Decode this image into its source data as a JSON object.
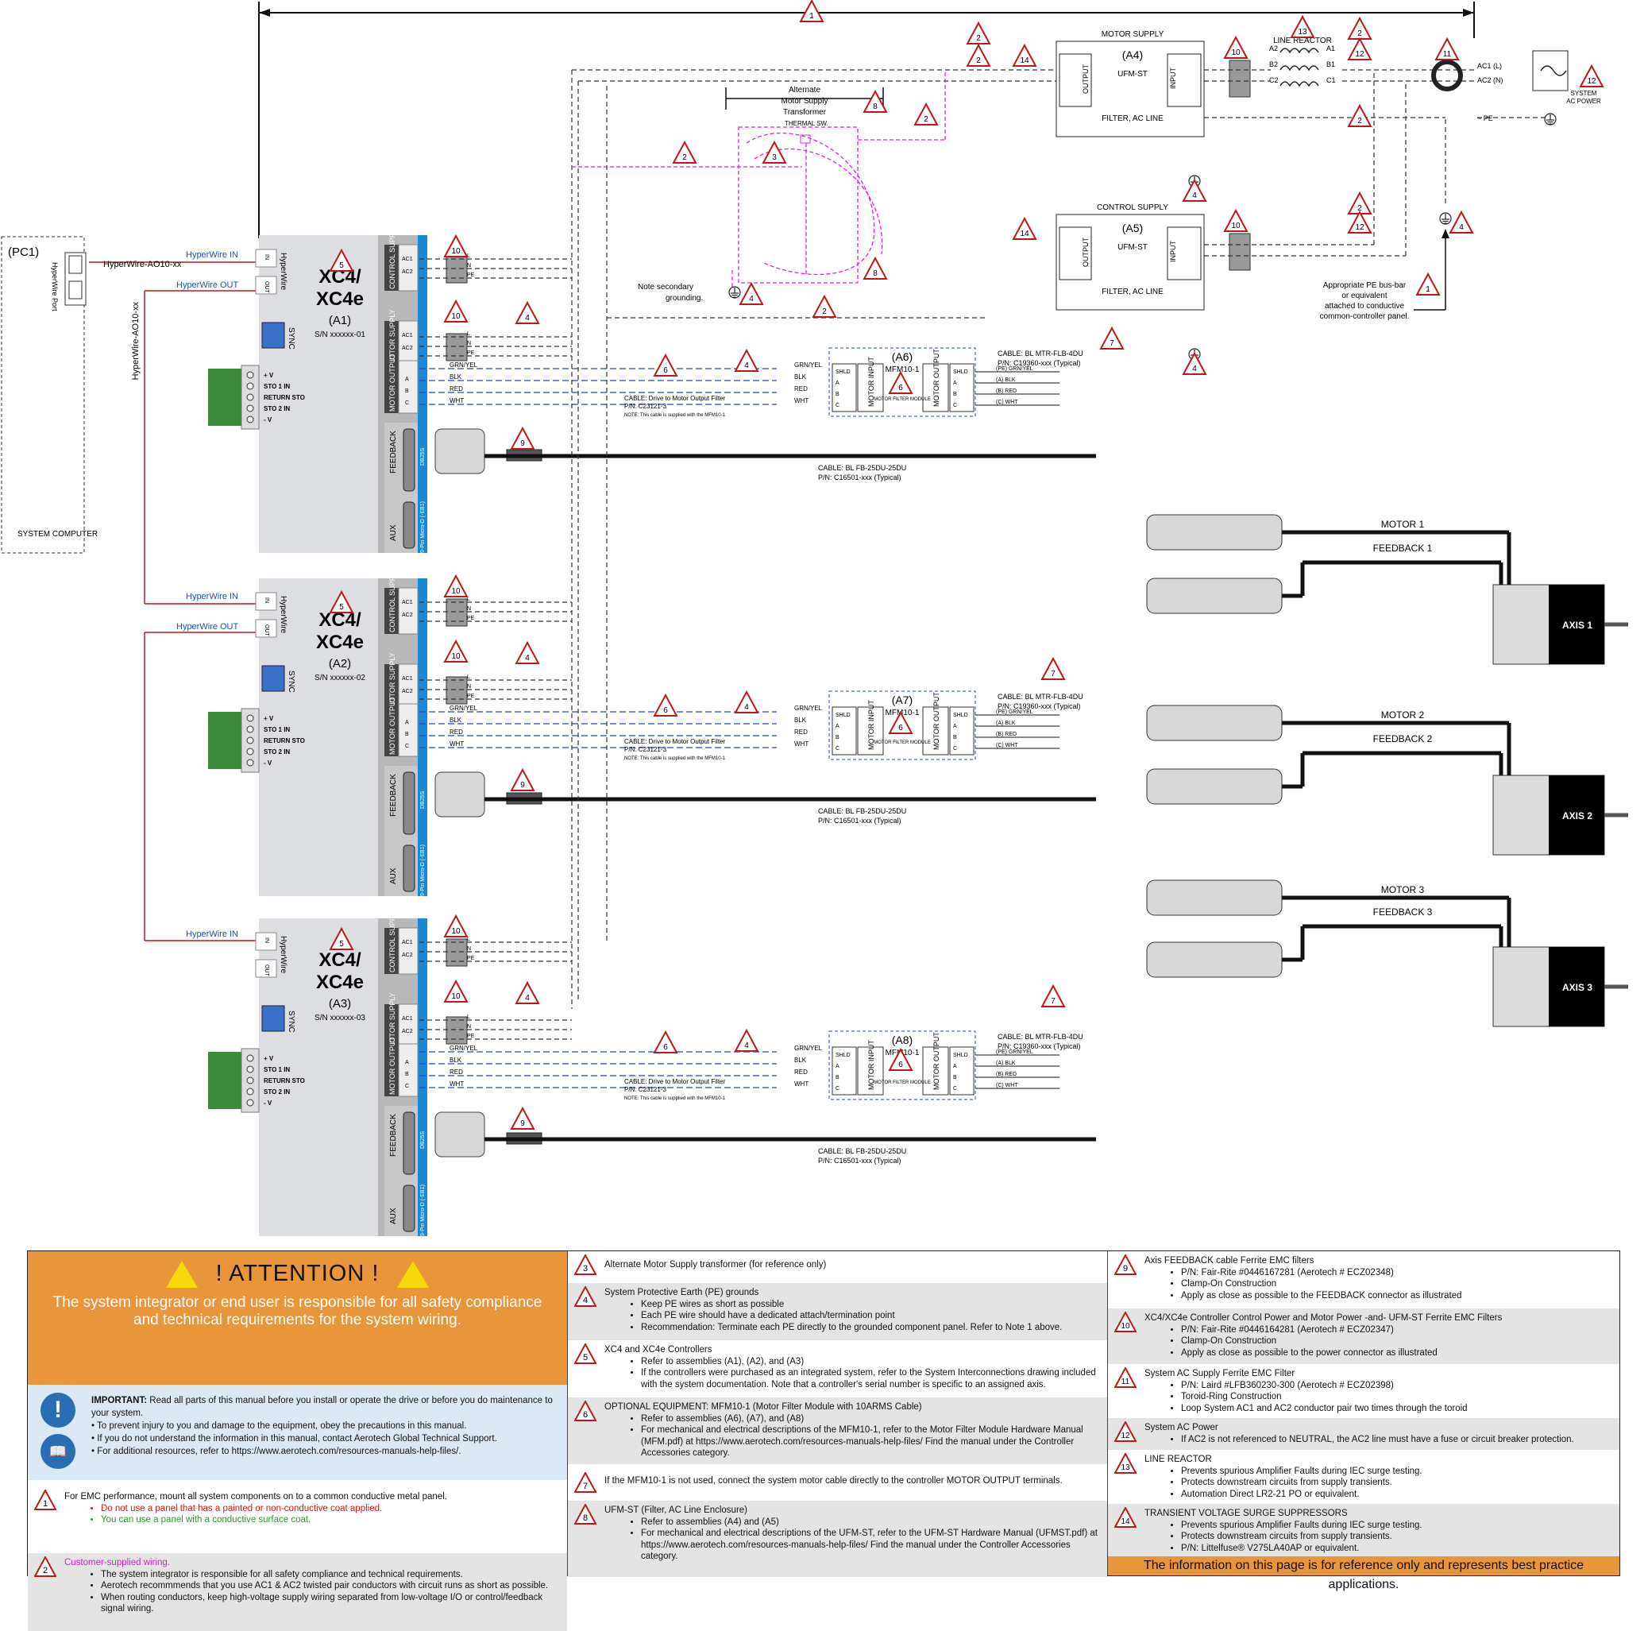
{
  "pc": {
    "label": "(PC1)",
    "port": "HyperWire Port",
    "computer": "SYSTEM COMPUTER",
    "cable_top": "HyperWire-AO10-xx",
    "cable_side": "HyperWire-AO10-xx"
  },
  "hyperwire_in": "HyperWire IN",
  "hyperwire_out": "HyperWire OUT",
  "controllers": [
    {
      "name": "XC4/",
      "name2": "XC4e",
      "id": "(A1)",
      "sn": "S/N xxxxxx-01"
    },
    {
      "name": "XC4/",
      "name2": "XC4e",
      "id": "(A2)",
      "sn": "S/N xxxxxx-02"
    },
    {
      "name": "XC4/",
      "name2": "XC4e",
      "id": "(A3)",
      "sn": "S/N xxxxxx-03"
    }
  ],
  "controller_labels": {
    "control_supply": "CONTROL SUPPLY",
    "motor_supply": "MOTOR SUPPLY",
    "motor_output": "MOTOR OUTPUT",
    "feedback": "FEEDBACK",
    "aux": "AUX",
    "sync": "SYNC",
    "hyperwire": "HyperWire",
    "in": "IN",
    "out": "OUT",
    "db25": "DB25S",
    "mini": "9-Pin Micro-D (-EB1)",
    "ac1": "AC1",
    "ac2": "AC2",
    "a": "A",
    "b": "B",
    "c": "C",
    "sto": [
      "+ V",
      "STO 1 IN",
      "RETURN STO",
      "STO 2 IN",
      "- V"
    ],
    "lnpe": [
      "L",
      "N",
      "PE"
    ]
  },
  "motor_wires": [
    "GRN/YEL",
    "BLK",
    "RED",
    "WHT"
  ],
  "filter_module": {
    "ids": [
      "(A6)",
      "(A7)",
      "(A8)"
    ],
    "model": "MFM10-1",
    "input": "MOTOR INPUT",
    "output": "MOTOR OUTPUT",
    "caption": "MOTOR FILTER MODULE",
    "pins_in": [
      "SHLD",
      "A",
      "B",
      "C"
    ],
    "pins_out": [
      "SHLD",
      "A",
      "B",
      "C"
    ],
    "out_wires": [
      "(PE) GRN/YEL",
      "(A) BLK",
      "(B) RED",
      "(C) WHT"
    ]
  },
  "cable_motor_filter": {
    "line1": "CABLE: Drive to Motor Output Filter",
    "line2": "P/N: C23121-3",
    "line3": "NOTE: This cable is supplied with the MFM10-1"
  },
  "cable_motor": {
    "line1": "CABLE: BL MTR-FLB-4DU",
    "line2": "P/N: C19360-xxx (Typical)"
  },
  "cable_feedback": {
    "line1": "CABLE: BL FB-25DU-25DU",
    "line2": "P/N: C16501-xxx (Typical)"
  },
  "axes": [
    {
      "axis": "AXIS 1",
      "motor": "MOTOR 1",
      "feedback": "FEEDBACK 1"
    },
    {
      "axis": "AXIS 2",
      "motor": "MOTOR 2",
      "feedback": "FEEDBACK 2"
    },
    {
      "axis": "AXIS 3",
      "motor": "MOTOR 3",
      "feedback": "FEEDBACK 3"
    }
  ],
  "motor_supply": {
    "title": "MOTOR SUPPLY",
    "id": "(A4)",
    "model": "UFM-ST",
    "output": "OUTPUT",
    "input": "INPUT",
    "filter": "FILTER, AC LINE"
  },
  "control_supply": {
    "title": "CONTROL SUPPLY",
    "id": "(A5)",
    "model": "UFM-ST",
    "output": "OUTPUT",
    "input": "INPUT",
    "filter": "FILTER, AC LINE"
  },
  "line_reactor": {
    "title": "LINE REACTOR",
    "pins": [
      "A2",
      "A1",
      "B2",
      "B1",
      "C2",
      "C1"
    ]
  },
  "system_ac": {
    "ac1": "AC1 (L)",
    "ac2": "AC2 (N)",
    "pe": "~ PE",
    "label1": "SYSTEM",
    "label2": "AC POWER"
  },
  "transformer": {
    "title1": "Alternate",
    "title2": "Motor Supply",
    "title3": "Transformer",
    "thermal": "THERMAL SW.",
    "note1": "Note secondary",
    "note2": "grounding."
  },
  "pe_bus": {
    "l1": "Appropriate PE bus-bar",
    "l2": "or equivalent",
    "l3": "attached to conductive",
    "l4": "common-controller panel."
  },
  "attention": {
    "title": "! ATTENTION !",
    "body": "The system integrator or end user is responsible for all safety compliance and technical requirements for the system wiring."
  },
  "important": {
    "lead": "IMPORTANT:",
    "text": "Read all parts of this manual before you install or operate the drive or before you do maintenance to your system.",
    "bullets": [
      "To prevent injury to you and damage to the equipment, obey the precautions in this manual.",
      "If you do not understand the information in this manual, contact Aerotech Global Technical Support.",
      "For additional resources, refer to https://www.aerotech.com/resources-manuals-help-files/."
    ]
  },
  "notes": {
    "n1": {
      "num": "1",
      "text": "For EMC performance, mount all system components on to a common conductive metal panel.",
      "b1": "Do not use a panel that has a painted or non-conductive coat applied.",
      "b2": "You can use a panel with a conductive surface coat."
    },
    "n2": {
      "num": "2",
      "title": "Customer-supplied wiring.",
      "b": [
        "The system integrator is responsible for all safety compliance and technical requirements.",
        "Aerotech recommmends that you use AC1 & AC2 twisted pair conductors with circuit runs as short as possible.",
        "When routing conductors, keep high-voltage supply wiring separated from low-voltage I/O or control/feedback signal wiring."
      ]
    },
    "n3": {
      "num": "3",
      "text": "Alternate Motor Supply transformer (for reference only)"
    },
    "n4": {
      "num": "4",
      "text": "System Protective Earth (PE) grounds",
      "b": [
        "Keep PE wires as short as possible",
        "Each PE wire should have a dedicated attach/termination point",
        "Recommendation: Terminate each PE directly  to the grounded component panel. Refer to Note 1 above."
      ]
    },
    "n5": {
      "num": "5",
      "text": "XC4 and XC4e Controllers",
      "b": [
        "Refer to assemblies (A1), (A2), and (A3)",
        "If the controllers were purchased as an integrated system, refer to the System Interconnections drawing included with the system documentation. Note that a controller's serial number is specific to an assigned axis."
      ]
    },
    "n6": {
      "num": "6",
      "text": "OPTIONAL EQUIPMENT: MFM10-1 (Motor Filter Module with 10ARMS Cable)",
      "b": [
        "Refer to assemblies (A6), (A7), and (A8)",
        "For mechanical and electrical descriptions of the MFM10-1, refer to the Motor Filter Module Hardware Manual (MFM.pdf) at https://www.aerotech.com/resources-manuals-help-files/ Find the manual under the Controller Accessories category."
      ]
    },
    "n7": {
      "num": "7",
      "text": "If the MFM10-1 is not used, connect the system motor cable directly to the controller MOTOR OUTPUT terminals."
    },
    "n8": {
      "num": "8",
      "text": "UFM-ST (Filter, AC Line Enclosure)",
      "b": [
        "Refer to assemblies (A4) and (A5)",
        "For mechanical and electrical descriptions of the UFM-ST, refer to the UFM-ST Hardware Manual (UFMST.pdf) at https://www.aerotech.com/resources-manuals-help-files/ Find the manual under the Controller Accessories category."
      ]
    },
    "n9": {
      "num": "9",
      "text": "Axis FEEDBACK cable Ferrite EMC filters",
      "b": [
        "P/N: Fair-Rite #0446167281 (Aerotech # ECZ02348)",
        "Clamp-On Construction",
        "Apply as close as possible to the FEEDBACK connector as illustrated"
      ]
    },
    "n10": {
      "num": "10",
      "text": "XC4/XC4e Controller Control Power and Motor Power  -and- UFM-ST Ferrite EMC Filters",
      "b": [
        "P/N: Fair-Rite #0446164281 (Aerotech # ECZ02347)",
        "Clamp-On Construction",
        "Apply as close as possible to the power connector as illustrated"
      ]
    },
    "n11": {
      "num": "11",
      "text": "System AC Supply Ferrite EMC Filter",
      "b": [
        "P/N: Laird #LFB360230-300 (Aerotech # ECZ02398)",
        "Toroid-Ring Construction",
        "Loop System AC1 and AC2 conductor pair two times through the toroid"
      ]
    },
    "n12": {
      "num": "12",
      "text": "System AC Power",
      "b": [
        "If AC2 is not referenced to NEUTRAL, the AC2 line must have a fuse or circuit breaker protection."
      ]
    },
    "n13": {
      "num": "13",
      "text": "LINE REACTOR",
      "b": [
        "Prevents spurious Amplifier Faults during IEC surge testing.",
        "Protects downstream circuits from supply transients.",
        "Automation Direct LR2-21 PO or equivalent."
      ]
    },
    "n14": {
      "num": "14",
      "text": "TRANSIENT VOLTAGE SURGE SUPPRESSORS",
      "b": [
        "Prevents spurious Amplifier Faults during IEC surge testing.",
        "Protects downstream circuits from supply transients.",
        "P/N: Littelfuse® V275LA40AP or equivalent."
      ]
    }
  },
  "footer": "The information on this page is for reference only and represents best practice applications.",
  "colors": {
    "accent": "#e9953a",
    "wire_blue": "#2244cc",
    "hyperwire_red": "#cc1f1f",
    "transformer": "#e020e0",
    "panel": "#dcdee2"
  }
}
